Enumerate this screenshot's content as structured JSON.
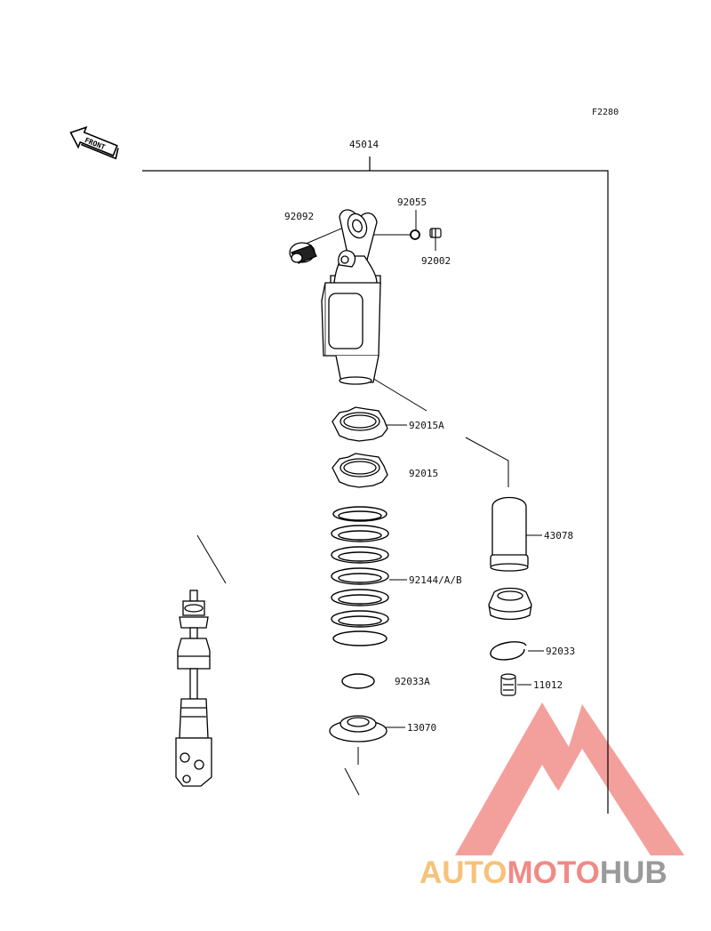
{
  "diagram": {
    "code": "F2280",
    "front_label": "FRONT",
    "parts": {
      "assembly": "45014",
      "p92092": "92092",
      "p92055": "92055",
      "p92002": "92002",
      "p92015A": "92015A",
      "p92015": "92015",
      "p43078": "43078",
      "p92144": "92144/A/B",
      "p92033": "92033",
      "p11012": "11012",
      "p92033A": "92033A",
      "p13070": "13070"
    }
  },
  "watermark": {
    "part1": "AUTO",
    "part2": "MOTO",
    "part3": "HUB",
    "colors": {
      "auto": "#f6c27a",
      "moto": "#f08a86",
      "hub": "#9a9a9a",
      "triangle": "#f1908c"
    }
  }
}
